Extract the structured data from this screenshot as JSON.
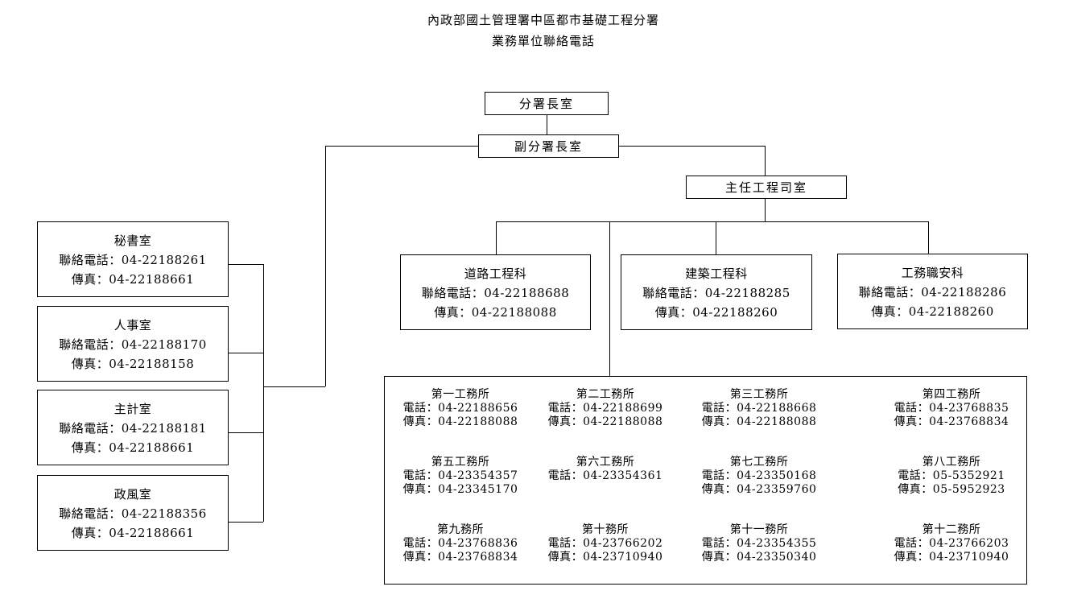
{
  "header": {
    "title_line1": "內政部國土管理署中區都市基礎工程分署",
    "title_line2": "業務單位聯絡電話"
  },
  "top": {
    "director": "分署長室",
    "deputy": "副分署長室",
    "chief_engineer": "主任工程司室"
  },
  "left_units": [
    {
      "name": "秘書室",
      "phone": "聯絡電話：04-22188261",
      "fax": "傳真：04-22188661"
    },
    {
      "name": "人事室",
      "phone": "聯絡電話：04-22188170",
      "fax": "傳真：04-22188158"
    },
    {
      "name": "主計室",
      "phone": "聯絡電話：04-22188181",
      "fax": "傳真：04-22188661"
    },
    {
      "name": "政風室",
      "phone": "聯絡電話：04-22188356",
      "fax": "傳真：04-22188661"
    }
  ],
  "sections": [
    {
      "name": "道路工程科",
      "phone": "聯絡電話：04-22188688",
      "fax": "傳真：04-22188088"
    },
    {
      "name": "建築工程科",
      "phone": "聯絡電話：04-22188285",
      "fax": "傳真：04-22188260"
    },
    {
      "name": "工務職安科",
      "phone": "聯絡電話：04-22188286",
      "fax": "傳真：04-22188260"
    }
  ],
  "offices": [
    {
      "name": "第一工務所",
      "phone": "電話：04-22188656",
      "fax": "傳真：04-22188088"
    },
    {
      "name": "第二工務所",
      "phone": "電話：04-22188699",
      "fax": "傳真：04-22188088"
    },
    {
      "name": "第三工務所",
      "phone": "電話：04-22188668",
      "fax": "傳真：04-22188088"
    },
    {
      "name": "第四工務所",
      "phone": "電話：04-23768835",
      "fax": "傳真：04-23768834"
    },
    {
      "name": "第五工務所",
      "phone": "電話：04-23354357",
      "fax": "傳真：04-23345170"
    },
    {
      "name": "第六工務所",
      "phone": "電話：04-23354361",
      "fax": ""
    },
    {
      "name": "第七工務所",
      "phone": "電話：04-23350168",
      "fax": "傳真：04-23359760"
    },
    {
      "name": "第八工務所",
      "phone": "電話：05-5352921",
      "fax": "傳真：05-5952923"
    },
    {
      "name": "第九務所",
      "phone": "電話：04-23768836",
      "fax": "傳真：04-23768834"
    },
    {
      "name": "第十務所",
      "phone": "電話：04-23766202",
      "fax": "傳真：04-23710940"
    },
    {
      "name": "第十一務所",
      "phone": "電話：04-23354355",
      "fax": "傳真：04-23350340"
    },
    {
      "name": "第十二務所",
      "phone": "電話：04-23766203",
      "fax": "傳真：04-23710940"
    }
  ]
}
